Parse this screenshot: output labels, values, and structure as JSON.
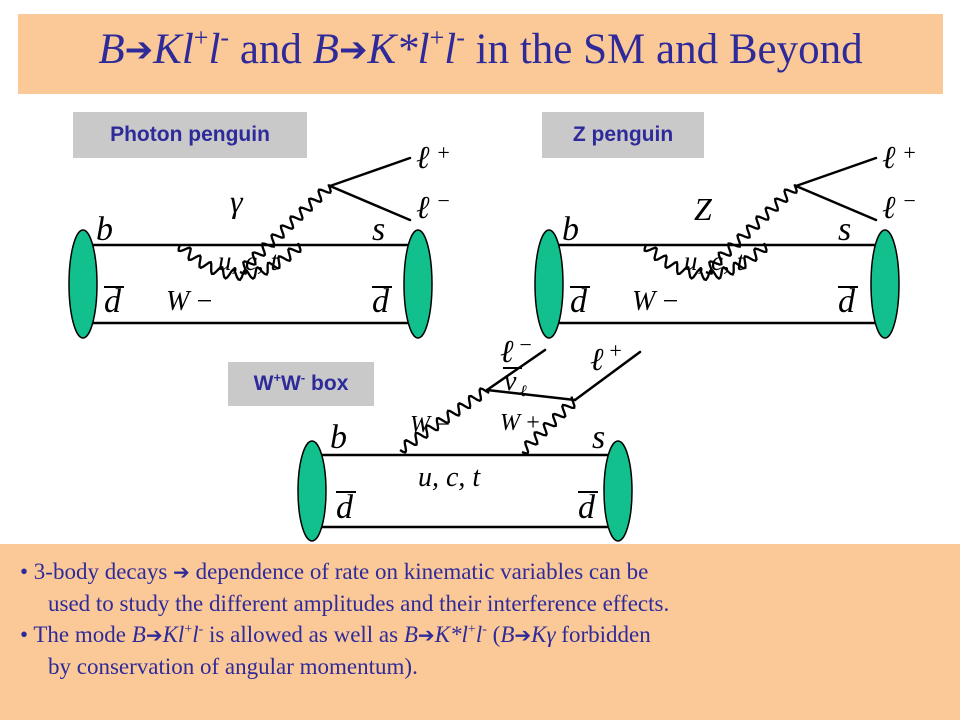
{
  "title": {
    "p1_B": "B",
    "p1_arrow": "➔",
    "p1_K": "Kl",
    "p1_sup1": "+",
    "p1_l": "l",
    "p1_sup2": "-",
    "and": " and ",
    "p2_B": "B",
    "p2_arrow": "➔",
    "p2_K": "K*l",
    "p2_sup1": "+",
    "p2_l": "l",
    "p2_sup2": "-",
    "tail": " in the SM and Beyond"
  },
  "labels": {
    "photon": "Photon penguin",
    "z": "Z penguin",
    "box_w1": "W",
    "box_sup1": "+",
    "box_w2": "W",
    "box_sup2": "-",
    "box_tail": " box"
  },
  "diagrams": {
    "b": "b",
    "s": "s",
    "d": "d",
    "w_minus": "W −",
    "w_plus": "W +",
    "loop": "u, c, t",
    "gamma": "γ",
    "z": "Z",
    "lep": "ℓ",
    "plus": "+",
    "minus": "−",
    "nu": "ν",
    "nu_sub": "ℓ"
  },
  "bottom": {
    "bullet1_l1": "•  3-body decays ",
    "bullet1_arrow": "➔",
    "bullet1_l1b": " dependence of rate on kinematic variables can be",
    "bullet1_l2": "used to study the different amplitudes and their interference effects.",
    "b2_a": "• The mode ",
    "b2_B1": "B",
    "b2_ar1": "➔",
    "b2_K1": "Kl",
    "b2_s1": "+",
    "b2_l1": "l",
    "b2_s2": "-",
    "b2_b": " is allowed as well as ",
    "b2_B2": "B",
    "b2_ar2": "➔",
    "b2_K2": "K*l",
    "b2_s3": "+",
    "b2_l2": "l",
    "b2_s4": "-",
    "b2_c": " (",
    "b2_B3": "B",
    "b2_ar3": "➔",
    "b2_K3": "Kγ",
    "b2_d": " forbidden",
    "bullet2_l2": "by conservation of angular momentum)."
  },
  "colors": {
    "panel": "#fbc997",
    "text_blue": "#2e2a9a",
    "label_gray": "#c9c9c9",
    "meson_green": "#12c08e"
  }
}
